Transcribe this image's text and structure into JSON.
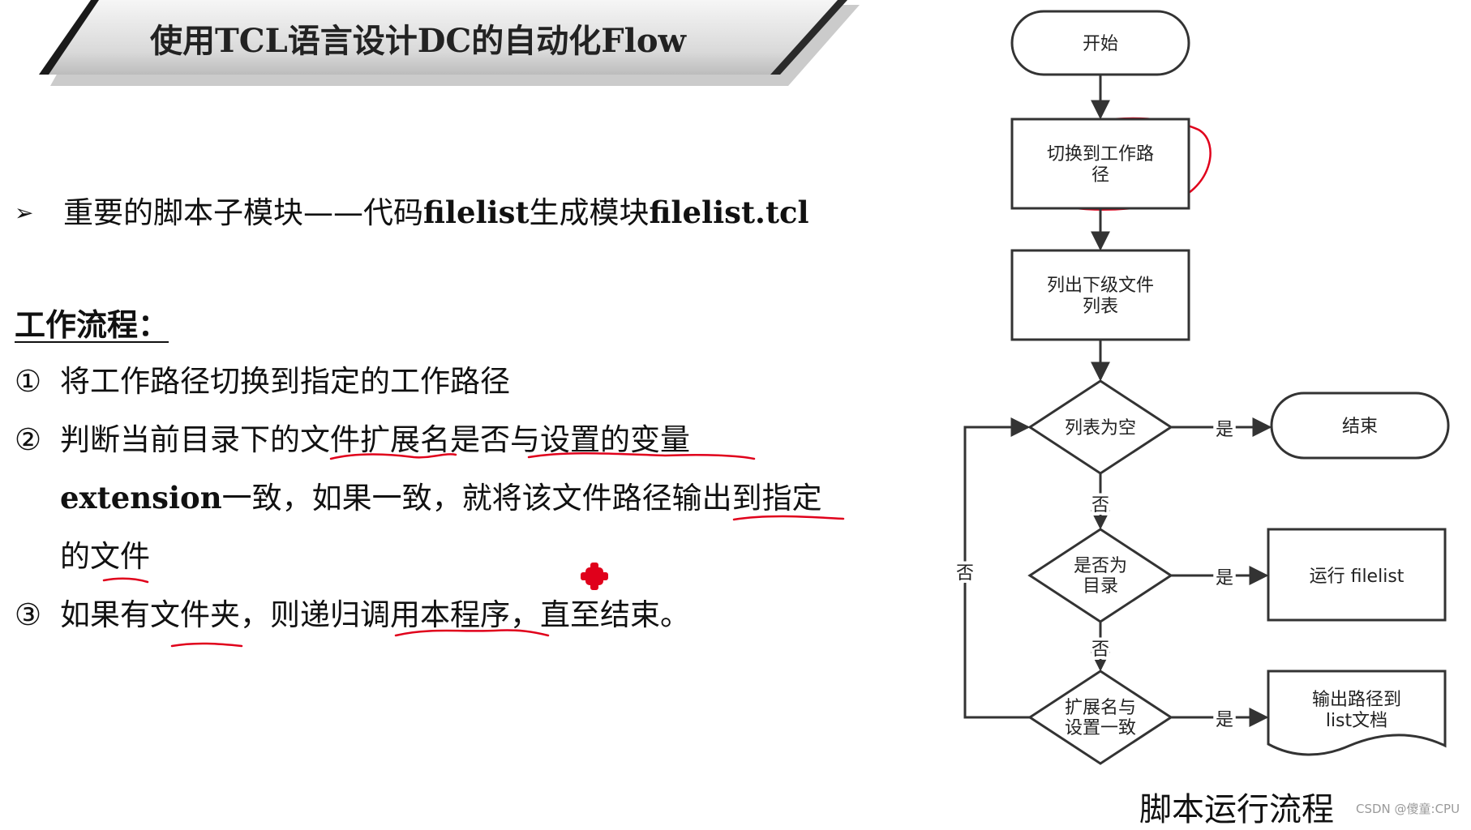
{
  "slide": {
    "title": "使用TCL语言设计DC的自动化Flow",
    "bullet": {
      "marker": "➢",
      "text_cn": "重要的脚本子模块——代码",
      "text_latin": "filelist",
      "text_cn2": "生成模块",
      "text_latin2": "filelist.tcl"
    },
    "section_heading": "工作流程：",
    "steps": [
      {
        "num": "①",
        "text": "将工作路径切换到指定的工作路径"
      },
      {
        "num": "②",
        "text": "判断当前目录下的文件扩展名是否与设置的变量"
      },
      {
        "num": "③",
        "text": "如果有文件夹，则递归调用本程序，直至结束。"
      }
    ],
    "step2_cont": {
      "latin": "extension",
      "text": "一致，如果一致，就将该文件路径输出到指定",
      "line3": "的文件"
    },
    "annotation_color": "#e0001b"
  },
  "flowchart": {
    "nodes": {
      "start": "开始",
      "switch_dir": [
        "切换到工作路",
        "径"
      ],
      "list_files": [
        "列出下级文件",
        "列表"
      ],
      "list_empty": "列表为空",
      "end": "结束",
      "is_dir": [
        "是否为",
        "目录"
      ],
      "run_filelist": "运行 filelist",
      "ext_match": [
        "扩展名与",
        "设置一致"
      ],
      "output": [
        "输出路径到",
        "list文档"
      ]
    },
    "edge_labels": {
      "yes": "是",
      "no": "否"
    },
    "caption": "脚本运行流程"
  },
  "watermark": "CSDN @傻童:CPU"
}
